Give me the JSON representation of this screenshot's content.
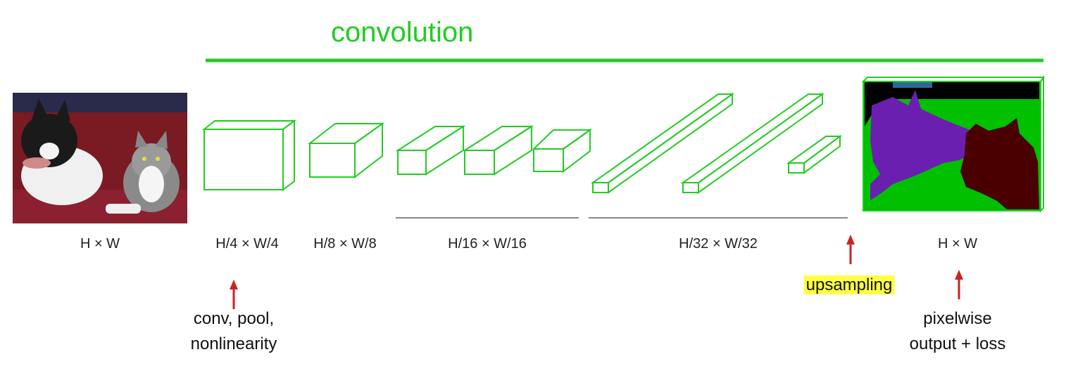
{
  "title": "convolution",
  "dims": {
    "input": "H × W",
    "s4": "H/4 × W/4",
    "s8": "H/8 × W/8",
    "s16": "H/16 × W/16",
    "s32": "H/32 × W/32",
    "output": "H × W"
  },
  "notes": {
    "conv_line1": "conv, pool,",
    "conv_line2": "nonlinearity",
    "upsampling": "upsampling",
    "pixel_line1": "pixelwise",
    "pixel_line2": "output + loss"
  },
  "colors": {
    "convolution": "#22cc22",
    "arrow": "#cc2222",
    "highlight": "#ffff44",
    "bracket": "#888888",
    "seg_background": "#000000",
    "seg_green": "#00c000",
    "seg_dog": "#6a1fb0",
    "seg_cat": "#4a0000"
  }
}
